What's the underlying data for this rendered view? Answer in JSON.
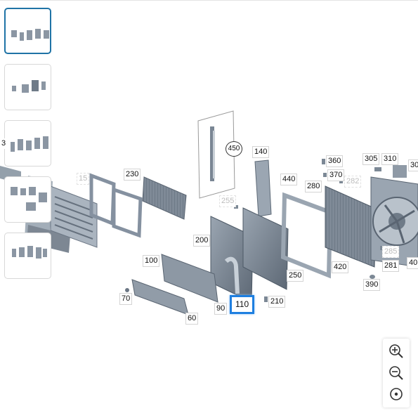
{
  "colors": {
    "accent": "#1f73a6",
    "highlight": "#1e7fe0",
    "part_fill": "#8b96a3",
    "part_dark": "#5e6a77"
  },
  "thumbnails": [
    {
      "name": "thumbnail-1",
      "selected": true
    },
    {
      "name": "thumbnail-2",
      "selected": false
    },
    {
      "name": "thumbnail-3",
      "selected": false
    },
    {
      "name": "thumbnail-4",
      "selected": false
    },
    {
      "name": "thumbnail-5",
      "selected": false
    }
  ],
  "callouts": [
    {
      "id": "c450",
      "label": "450",
      "style": "circle"
    },
    {
      "id": "c140",
      "label": "140"
    },
    {
      "id": "c15",
      "label": "15",
      "style": "ghost"
    },
    {
      "id": "c230",
      "label": "230"
    },
    {
      "id": "c360",
      "label": "360"
    },
    {
      "id": "c305",
      "label": "305"
    },
    {
      "id": "c310",
      "label": "310"
    },
    {
      "id": "c30",
      "label": "30"
    },
    {
      "id": "c370",
      "label": "370"
    },
    {
      "id": "c440",
      "label": "440"
    },
    {
      "id": "c282",
      "label": "282",
      "style": "ghost"
    },
    {
      "id": "c280",
      "label": "280"
    },
    {
      "id": "c255",
      "label": "255",
      "style": "ghost"
    },
    {
      "id": "c200",
      "label": "200"
    },
    {
      "id": "c285",
      "label": "285",
      "style": "ghost"
    },
    {
      "id": "c100",
      "label": "100"
    },
    {
      "id": "c420",
      "label": "420"
    },
    {
      "id": "c281",
      "label": "281"
    },
    {
      "id": "c40",
      "label": "40"
    },
    {
      "id": "c250",
      "label": "250"
    },
    {
      "id": "c390",
      "label": "390"
    },
    {
      "id": "c70",
      "label": "70"
    },
    {
      "id": "c110",
      "label": "110",
      "style": "hl"
    },
    {
      "id": "c210",
      "label": "210"
    },
    {
      "id": "c90",
      "label": "90"
    },
    {
      "id": "c60",
      "label": "60"
    },
    {
      "id": "c3",
      "label": "3"
    }
  ],
  "zoom_controls": {
    "zoom_in": "zoom-in-icon",
    "zoom_out": "zoom-out-icon",
    "reset": "reset-view-icon"
  }
}
